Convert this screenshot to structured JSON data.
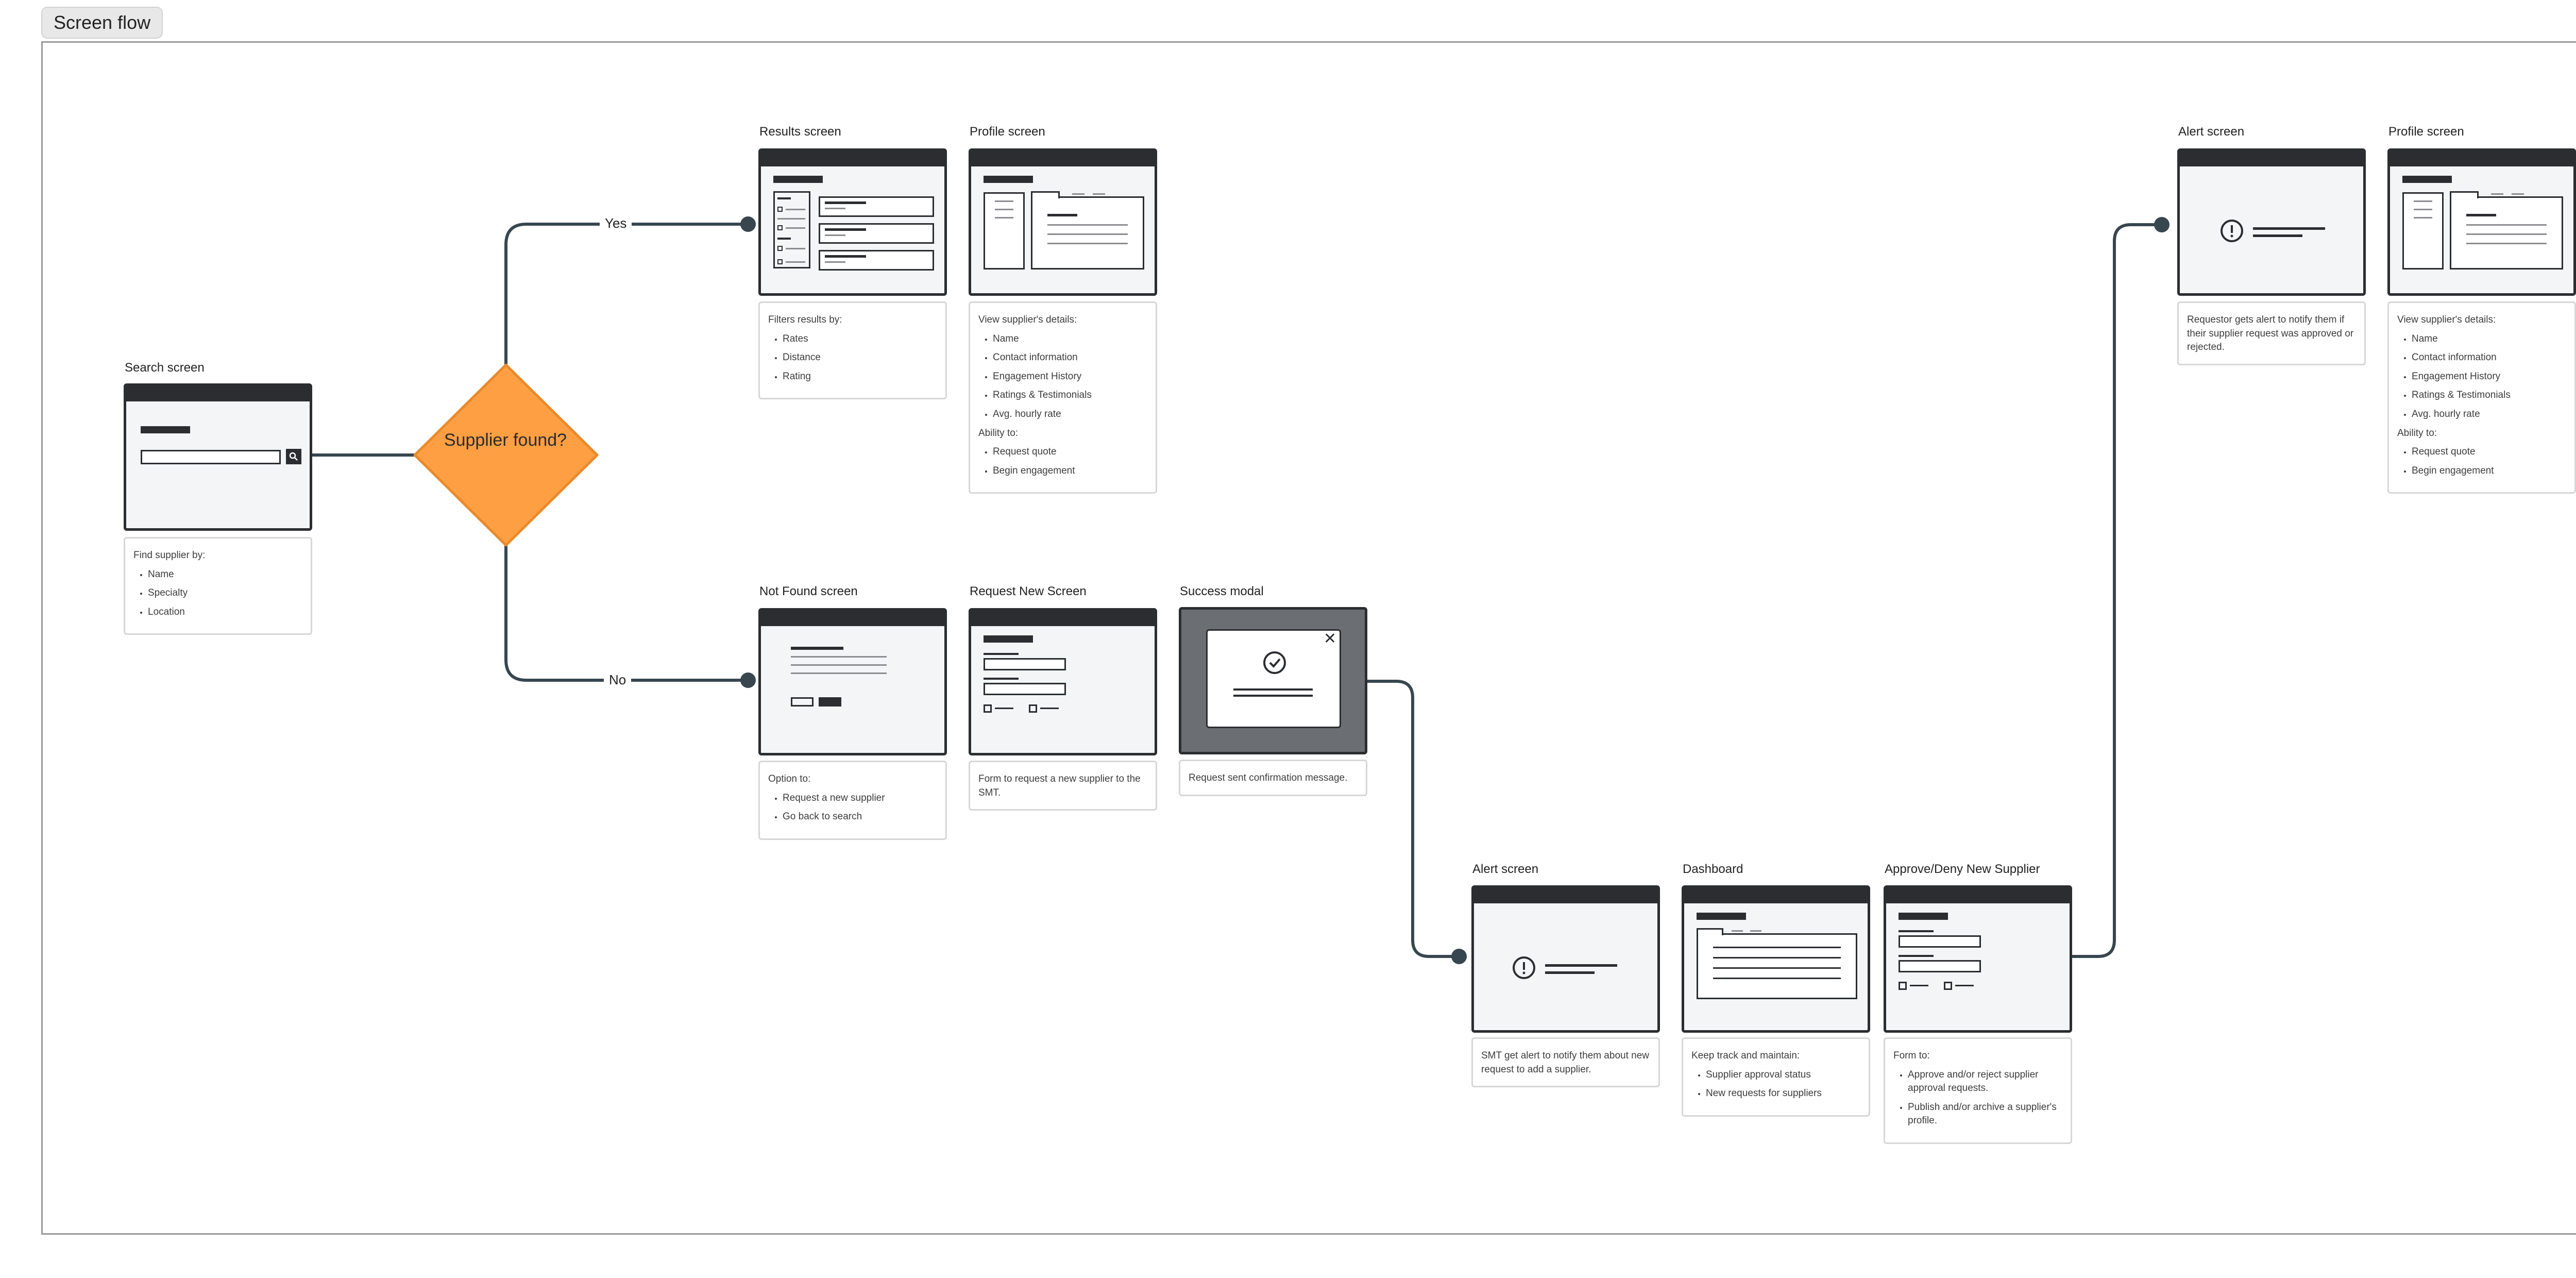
{
  "page_title": "Screen flow",
  "decision": {
    "label": "Supplier found?",
    "yes": "Yes",
    "no": "No"
  },
  "search": {
    "title": "Search screen",
    "intro": "Find supplier by:",
    "items": [
      "Name",
      "Specialty",
      "Location"
    ]
  },
  "results": {
    "title": "Results screen",
    "intro": "Filters results by:",
    "items": [
      "Rates",
      "Distance",
      "Rating"
    ]
  },
  "profile1": {
    "title": "Profile screen",
    "intro": "View supplier's details:",
    "items": [
      "Name",
      "Contact information",
      "Engagement History",
      "Ratings & Testimonials",
      "Avg. hourly rate"
    ],
    "ability": "Ability to:",
    "ability_items": [
      "Request quote",
      "Begin engagement"
    ]
  },
  "notfound": {
    "title": "Not Found screen",
    "intro": "Option to:",
    "items": [
      "Request a new supplier",
      "Go back to search"
    ]
  },
  "request": {
    "title": "Request New Screen",
    "text": "Form to request a new supplier to the SMT."
  },
  "success": {
    "title": "Success modal",
    "text": "Request sent confirmation message."
  },
  "alert1": {
    "title": "Alert screen",
    "text": "SMT get alert to notify them about new request to add a supplier."
  },
  "dashboard": {
    "title": "Dashboard",
    "intro": "Keep track and maintain:",
    "items": [
      "Supplier approval status",
      "New requests for suppliers"
    ]
  },
  "approve": {
    "title": "Approve/Deny New Supplier",
    "intro": "Form to:",
    "items": [
      "Approve and/or reject supplier approval requests.",
      "Publish and/or archive a supplier's profile."
    ]
  },
  "alert2": {
    "title": "Alert screen",
    "text": "Requestor gets alert to notify them if their supplier request was approved or rejected."
  },
  "profile2": {
    "title": "Profile screen",
    "intro": "View supplier's details:",
    "items": [
      "Name",
      "Contact information",
      "Engagement History",
      "Ratings & Testimonials",
      "Avg. hourly rate"
    ],
    "ability": "Ability to:",
    "ability_items": [
      "Request quote",
      "Begin engagement"
    ]
  },
  "colors": {
    "decision_fill": "#ff9f43",
    "decision_stroke": "#e88a2c",
    "wire": "#37464f",
    "screen_dark": "#2b2d31"
  },
  "icons": [
    "search-icon",
    "check-circle-icon",
    "close-icon",
    "alert-icon"
  ]
}
